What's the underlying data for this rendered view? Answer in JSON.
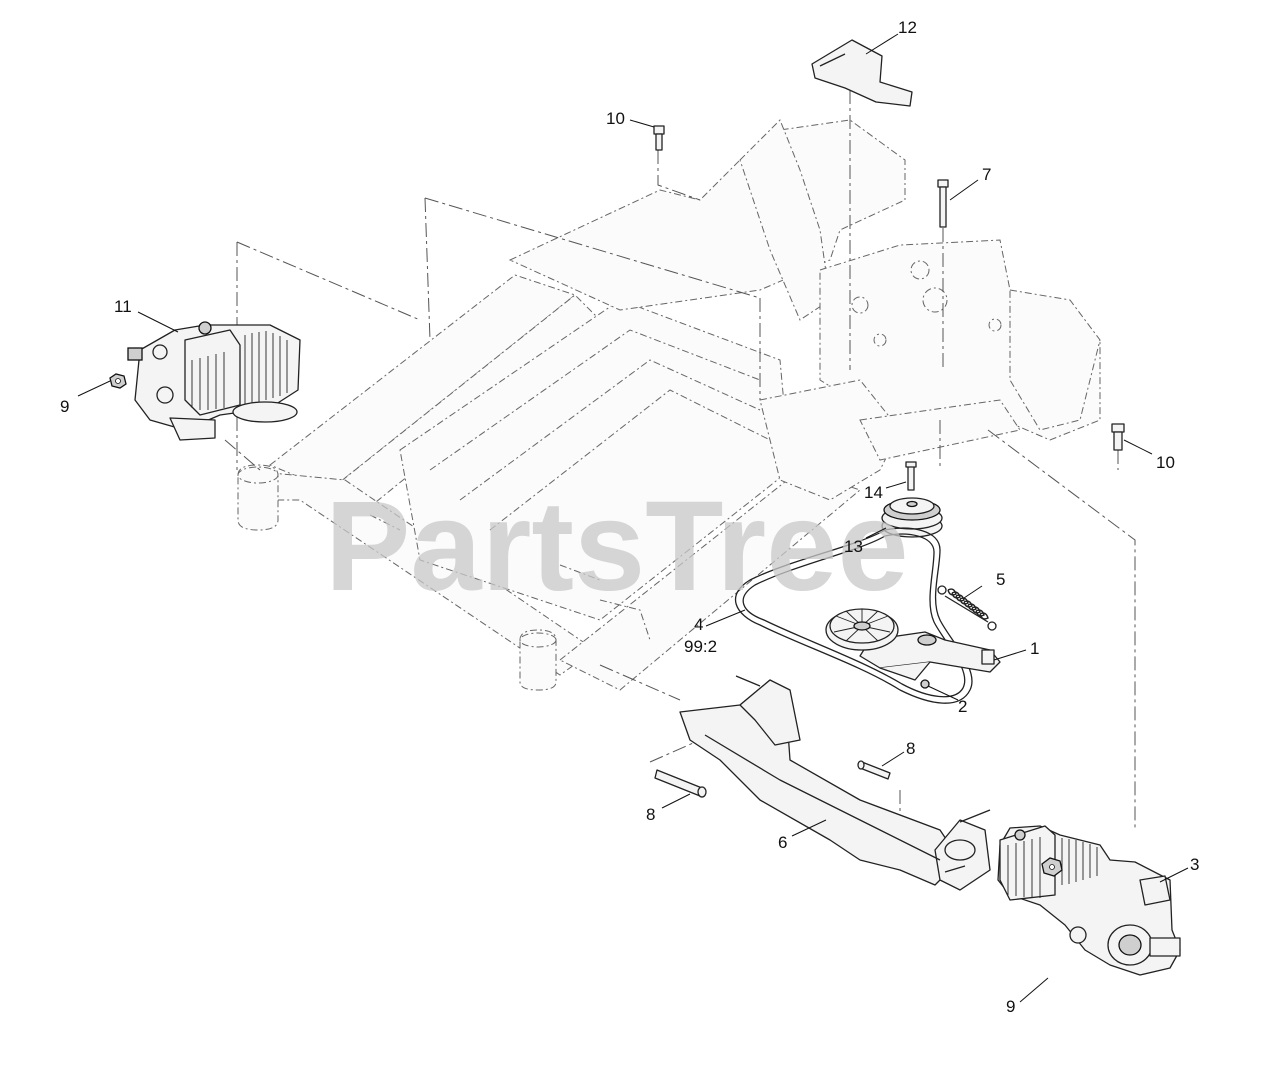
{
  "watermark": {
    "text": "PartsTree",
    "color": "#c9c9c9"
  },
  "callouts": [
    {
      "id": "c12",
      "label": "12",
      "part": "shield"
    },
    {
      "id": "c10a",
      "label": "10",
      "part": "bolt"
    },
    {
      "id": "c7",
      "label": "7",
      "part": "bolt"
    },
    {
      "id": "c11",
      "label": "11",
      "part": "hydro-transmission-left"
    },
    {
      "id": "c9a",
      "label": "9",
      "part": "nut"
    },
    {
      "id": "c10b",
      "label": "10",
      "part": "bolt"
    },
    {
      "id": "c14",
      "label": "14",
      "part": "pin"
    },
    {
      "id": "c13",
      "label": "13",
      "part": "pulley"
    },
    {
      "id": "c5",
      "label": "5",
      "part": "spring"
    },
    {
      "id": "c4",
      "label": "4",
      "part": "belt"
    },
    {
      "id": "c4b",
      "label": "99:2",
      "part": "belt-reference"
    },
    {
      "id": "c1",
      "label": "1",
      "part": "idler-arm"
    },
    {
      "id": "c2",
      "label": "2",
      "part": "idler-pulley"
    },
    {
      "id": "c8a",
      "label": "8",
      "part": "pin"
    },
    {
      "id": "c8b",
      "label": "8",
      "part": "pin"
    },
    {
      "id": "c6",
      "label": "6",
      "part": "mount-bracket"
    },
    {
      "id": "c3",
      "label": "3",
      "part": "hydro-transmission-right"
    },
    {
      "id": "c9b",
      "label": "9",
      "part": "nut"
    }
  ]
}
